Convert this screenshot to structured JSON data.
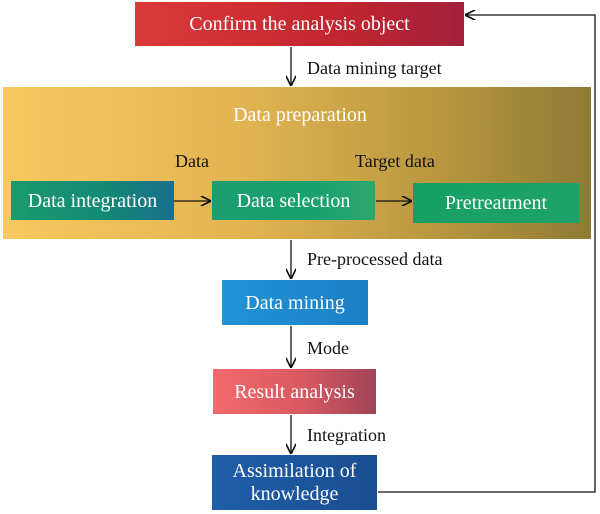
{
  "diagram": {
    "nodes": {
      "confirm": "Confirm the analysis object",
      "preparation": "Data preparation",
      "integration": "Data integration",
      "selection": "Data selection",
      "pretreatment": "Pretreatment",
      "mining": "Data mining",
      "result": "Result analysis",
      "assimilation_line1": "Assimilation of",
      "assimilation_line2": "knowledge"
    },
    "edges": {
      "target": "Data mining target",
      "data": "Data",
      "target_data": "Target data",
      "preprocessed": "Pre-processed data",
      "mode": "Mode",
      "integration": "Integration"
    },
    "colors": {
      "confirm": "#c4262f",
      "preparation": "#e3b552",
      "integration": "#128a74",
      "selection": "#18a06f",
      "pretreatment": "#1ea26a",
      "mining": "#1b7fc4",
      "result": "#d95961",
      "assimilation": "#1a4d91",
      "arrow": "#111111"
    }
  }
}
